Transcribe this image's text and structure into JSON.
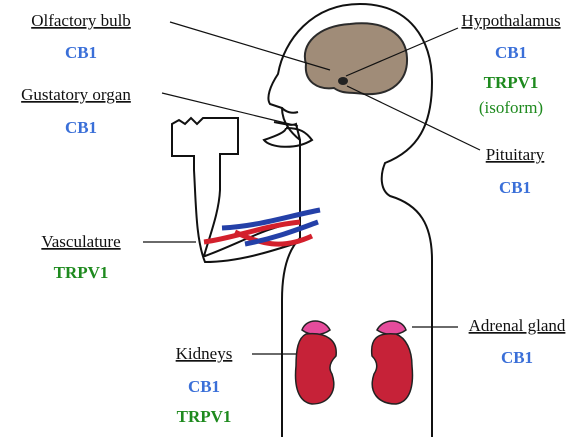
{
  "colors": {
    "cb1": "#3a6fd8",
    "trpv1": "#1e8a1e",
    "brain": "#a08c78",
    "artery": "#d3202c",
    "vein": "#2440a8",
    "kidney": "#c62238",
    "adrenal": "#e64c9c",
    "outline": "#111111"
  },
  "labels": {
    "olfactory_bulb": {
      "title": "Olfactory bulb",
      "receptors": [
        "CB1"
      ]
    },
    "gustatory_organ": {
      "title": "Gustatory organ",
      "receptors": [
        "CB1"
      ]
    },
    "hypothalamus": {
      "title": "Hypothalamus",
      "receptors": [
        "CB1",
        "TRPV1"
      ],
      "note": "(isoform)"
    },
    "pituitary": {
      "title": "Pituitary",
      "receptors": [
        "CB1"
      ]
    },
    "vasculature": {
      "title": "Vasculature",
      "receptors": [
        "TRPV1"
      ]
    },
    "kidneys": {
      "title": "Kidneys",
      "receptors": [
        "CB1",
        "TRPV1"
      ]
    },
    "adrenal_gland": {
      "title": "Adrenal gland",
      "receptors": [
        "CB1"
      ]
    }
  }
}
